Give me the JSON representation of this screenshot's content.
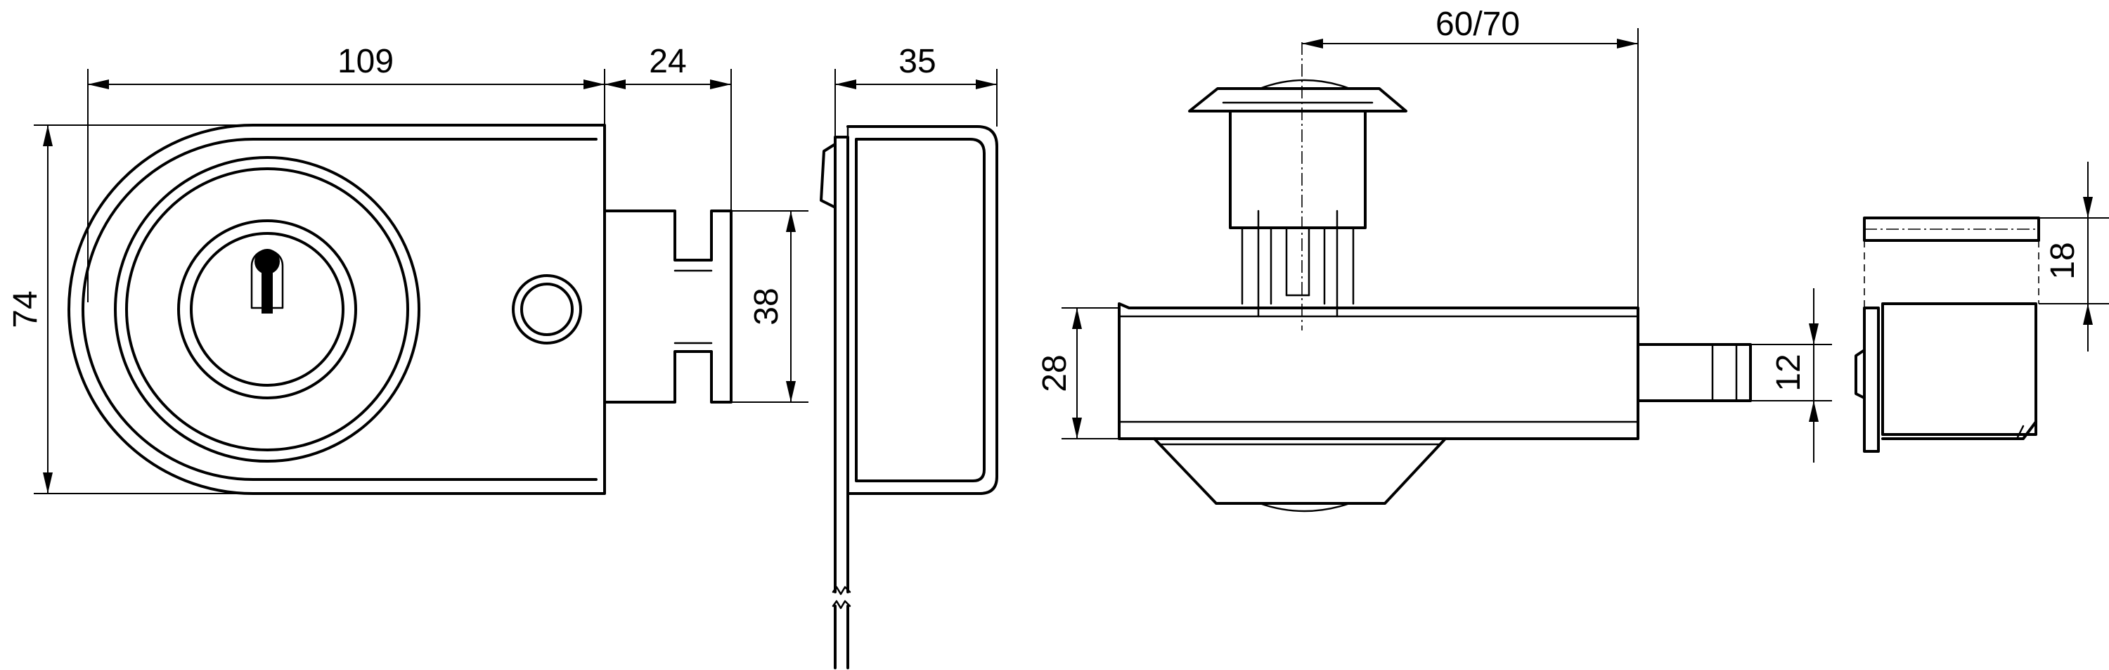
{
  "diagram": {
    "dimensions": {
      "width_body": "109",
      "width_bolt": "24",
      "height_body": "74",
      "height_bolt": "38",
      "depth_side": "35",
      "projection": "60/70",
      "height_case": "28",
      "bolt_thickness": "12",
      "keeper_height": "18"
    }
  }
}
